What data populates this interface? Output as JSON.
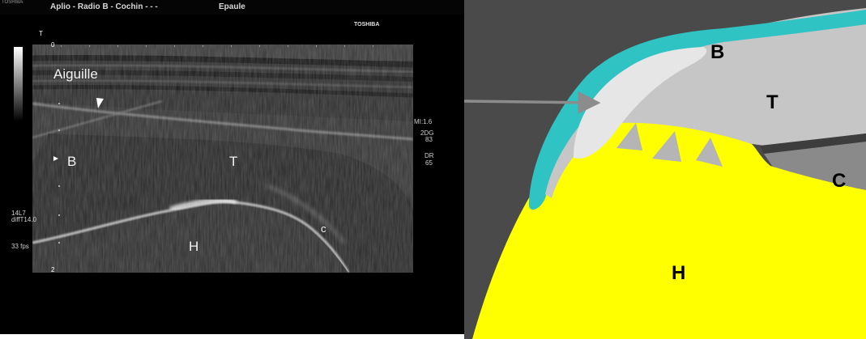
{
  "ultrasound": {
    "header_logo": "TOSHIBA",
    "header_left": "Aplio - Radio B - Cochin -  -  -",
    "header_right": "Epaule",
    "vendor": "TOSHIBA",
    "depth_top": "0",
    "depth_bottom": "2",
    "top_marker": "T",
    "labels": {
      "needle": "Aiguille",
      "bursa": "B",
      "tendon": "T",
      "cartilage": "c",
      "humerus": "H"
    },
    "settings": {
      "mi": "MI:1.6",
      "dg": "2DG",
      "dg_value": "83",
      "dr": "DR",
      "dr_value": "65",
      "probe": "14L7",
      "frequency": "diffT14.0",
      "frame_rate": "33 fps"
    }
  },
  "diagram": {
    "labels": {
      "bursa": "B",
      "tendon": "T",
      "cartilage": "C",
      "humerus": "H"
    },
    "colors": {
      "background": "#4a4a4a",
      "humerus": "#ffff00",
      "tendon": "#c6c6c6",
      "bursa_wall": "#30c3c3",
      "bursa_fill": "#e6e6e6",
      "cartilage": "#8a8a8a",
      "arrow": "#8c8c8c"
    }
  }
}
